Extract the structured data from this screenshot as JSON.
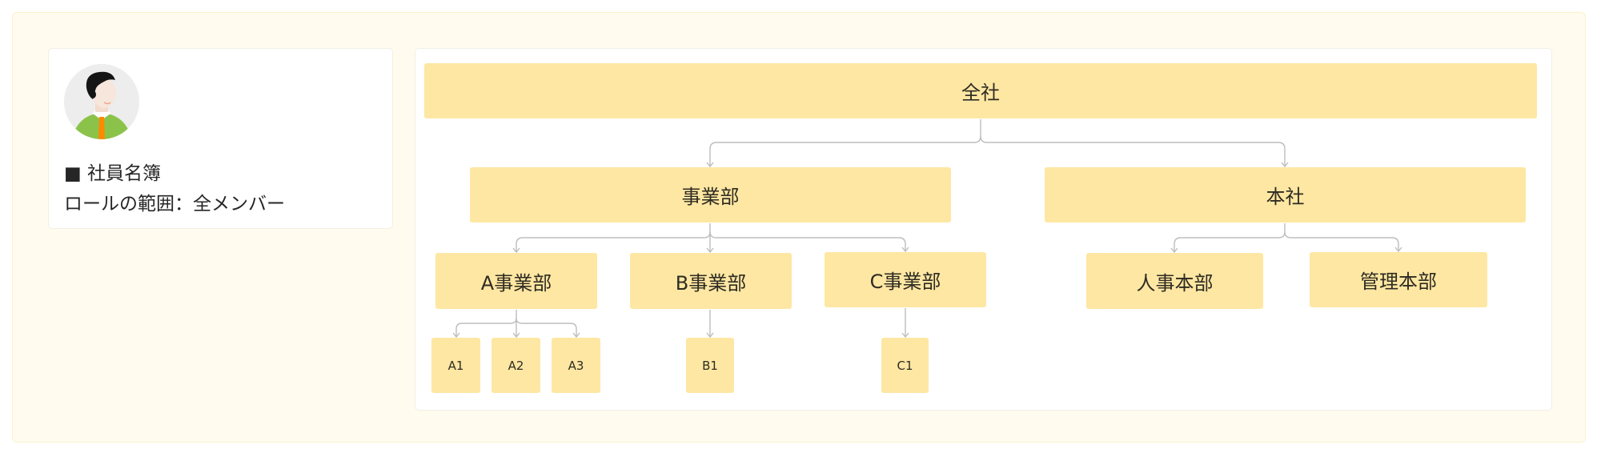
{
  "profile": {
    "avatar_icon": "person-avatar-icon",
    "title": "■ 社員名簿",
    "role_scope": "ロールの範囲：全メンバー"
  },
  "org_chart": {
    "root": {
      "label": "全社"
    },
    "divisions": [
      {
        "label": "事業部",
        "children": [
          {
            "label": "A事業部",
            "children": [
              {
                "label": "A1"
              },
              {
                "label": "A2"
              },
              {
                "label": "A3"
              }
            ]
          },
          {
            "label": "B事業部",
            "children": [
              {
                "label": "B1"
              }
            ]
          },
          {
            "label": "C事業部",
            "children": [
              {
                "label": "C1"
              }
            ]
          }
        ]
      },
      {
        "label": "本社",
        "children": [
          {
            "label": "人事本部"
          },
          {
            "label": "管理本部"
          }
        ]
      }
    ]
  },
  "colors": {
    "background": "#fffbee",
    "node_fill": "#fee7a3",
    "connector": "#bdbdbd",
    "card": "#ffffff"
  }
}
